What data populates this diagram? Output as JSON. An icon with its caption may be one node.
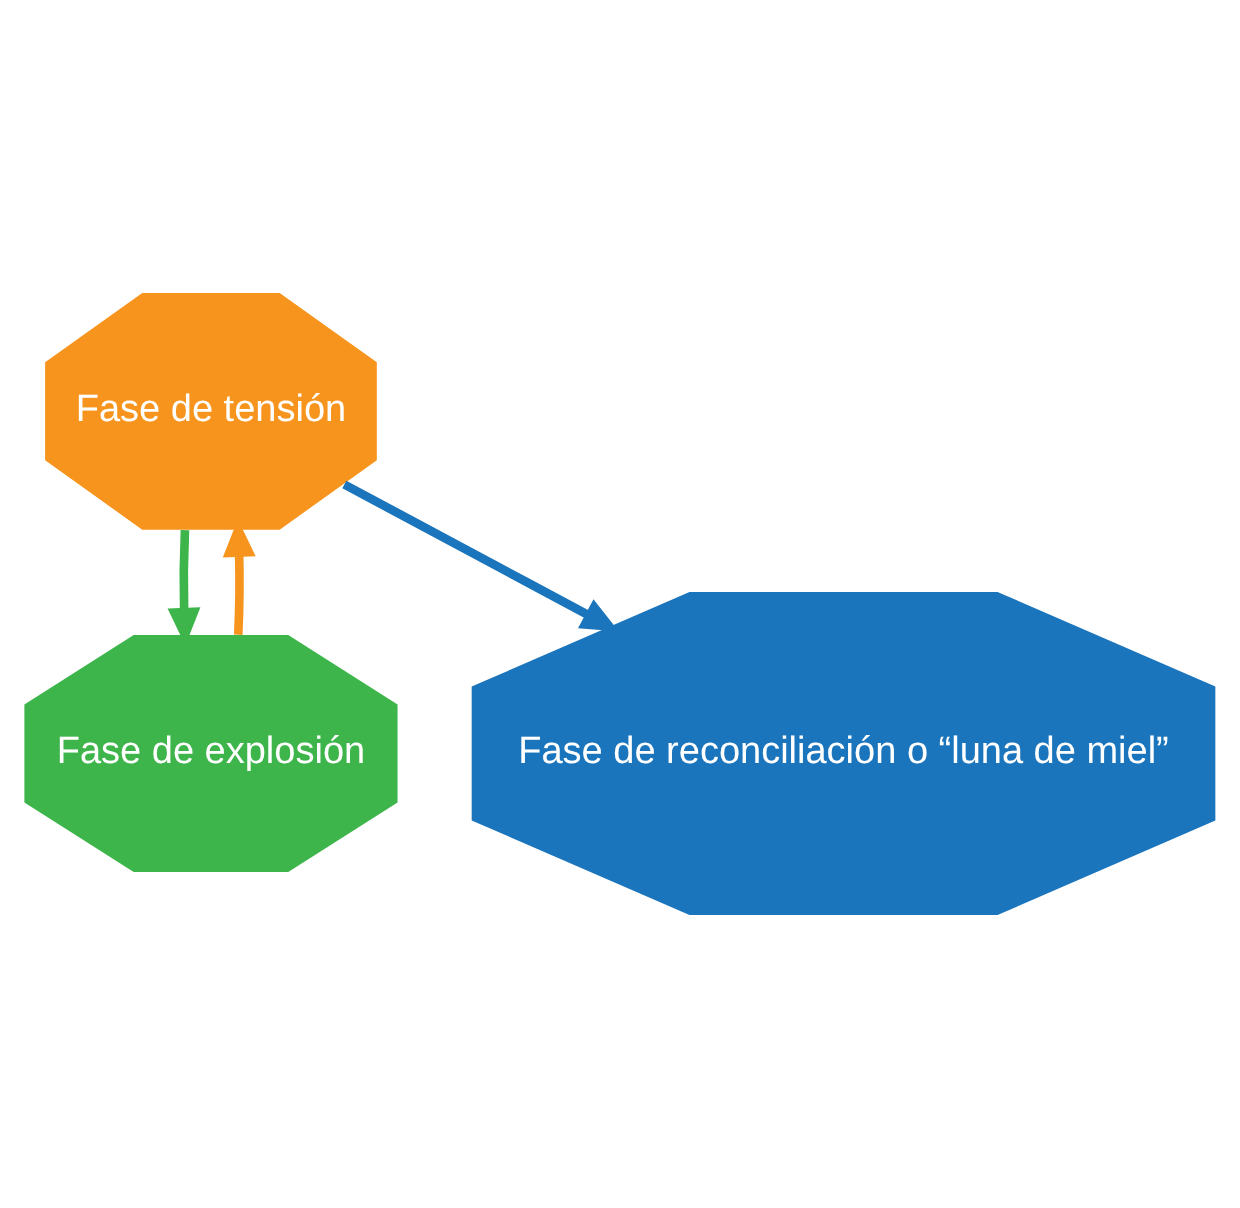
{
  "diagram": {
    "nodes": [
      {
        "text": [
          "Fase de tensión"
        ]
      },
      {
        "text": [
          "Fase de explosión"
        ]
      },
      {
        "text": [
          "Fase de reconciliación o “luna de miel”"
        ]
      }
    ],
    "edges": [
      {
        "from": 0,
        "to": 1,
        "arrow": "to",
        "color": "#3db54a"
      },
      {
        "from": 1,
        "to": 0,
        "arrow": "to",
        "color": "#f7941d"
      },
      {
        "from": 0,
        "to": 2,
        "arrow": "to",
        "color": "#1b75bc"
      }
    ]
  }
}
